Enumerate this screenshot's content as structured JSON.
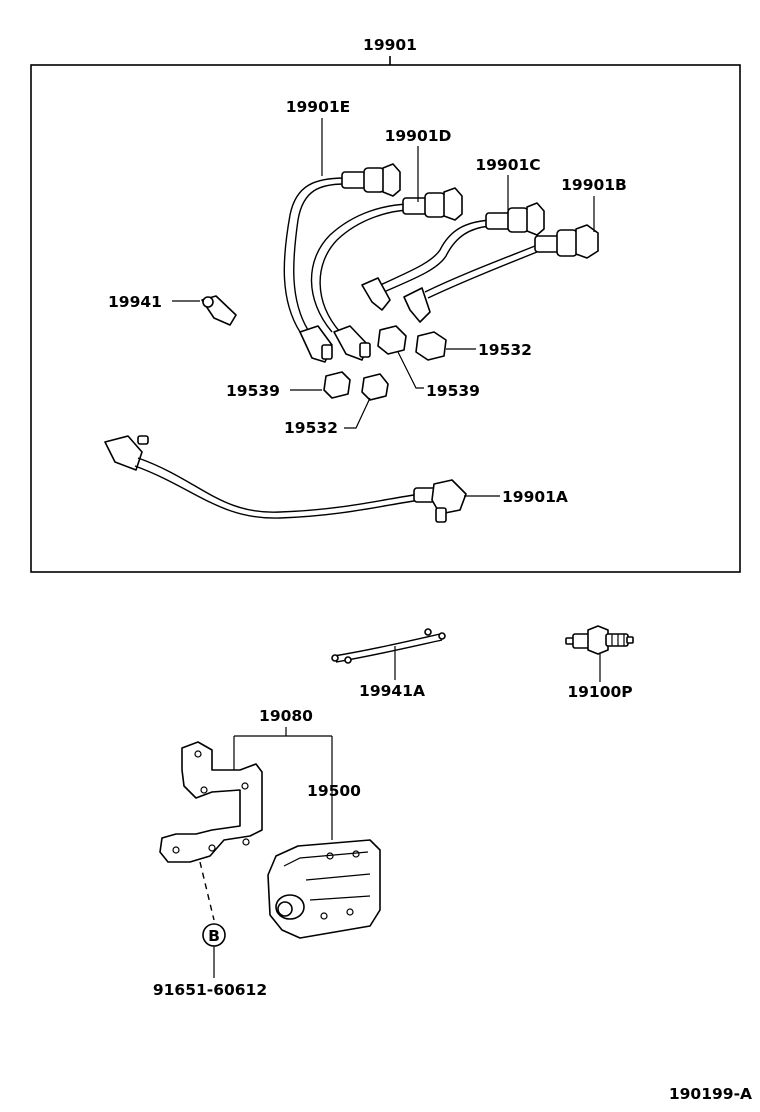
{
  "labels": {
    "main_assembly": "19901",
    "cord_e": "19901E",
    "cord_d": "19901D",
    "cord_c": "19901C",
    "cord_b": "19901B",
    "cord_a": "19901A",
    "clamp_left": "19941",
    "holder_19532_right": "19532",
    "holder_19539_right": "19539",
    "holder_19539_left": "19539",
    "holder_19532_left": "19532",
    "clamp_lower": "19941A",
    "spark_plug": "19100P",
    "bracket": "19080",
    "ignition_coil": "19500",
    "bolt_ref": "B",
    "bolt_number": "91651-60612",
    "diagram_number": "190199-A"
  }
}
